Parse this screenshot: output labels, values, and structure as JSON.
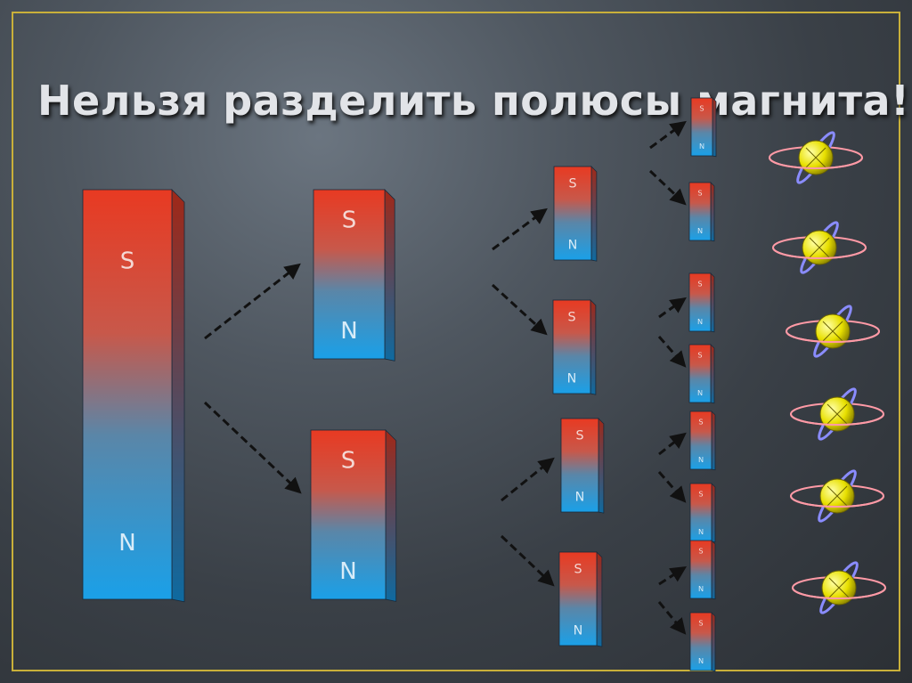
{
  "slide": {
    "title": "Нельзя разделить полюсы магнита!"
  },
  "magnets": {
    "south_label": "S",
    "north_label": "N",
    "south_color": "#e83a22",
    "north_color": "#1aa0e8"
  },
  "colors": {
    "frame": "#c9b03a",
    "arrow": "#111111",
    "atom_core": "#e8e000",
    "orbit_pink": "#ff9aa6",
    "orbit_blue": "#8a8cff"
  },
  "icons": [
    "arrow-icon",
    "atom-icon",
    "bar-magnet"
  ]
}
